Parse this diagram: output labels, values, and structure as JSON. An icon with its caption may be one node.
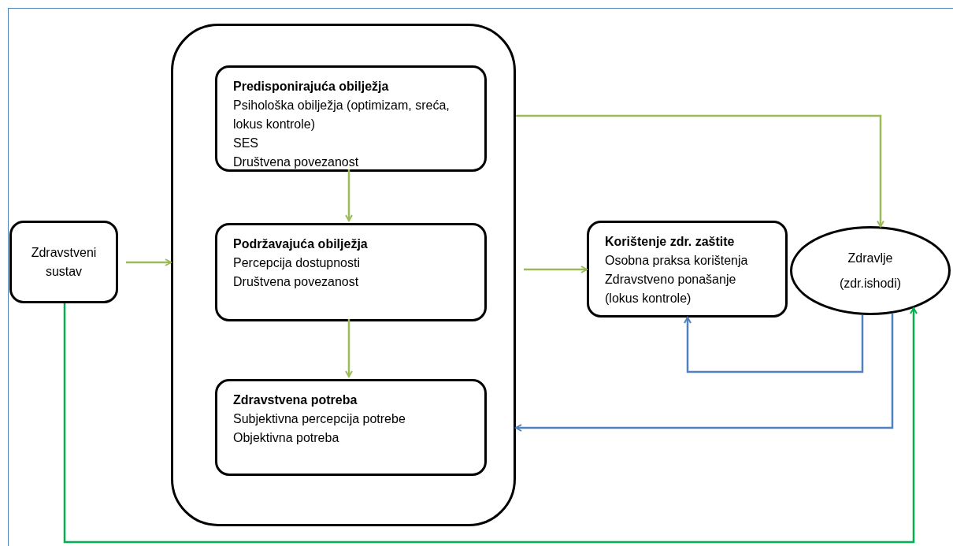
{
  "diagram": {
    "nodes": [
      {
        "text": [
          "Zdravstveni sustav"
        ]
      },
      {
        "text": [],
        "shape": "box"
      },
      {
        "text": [
          "Predisponirajuća obilježja",
          "Psihološka obilježja (optimizam, sreća, lokus kontrole)",
          "SES",
          "Društvena povezanost"
        ],
        "in": 1
      },
      {
        "text": [
          "Podržavajuća obilježja",
          "Percepcija dostupnosti",
          "Društvena povezanost"
        ],
        "in": 1
      },
      {
        "text": [
          "Zdravstvena potreba",
          "Subjektivna percepcija potrebe",
          "Objektivna potreba"
        ],
        "in": 1
      },
      {
        "text": [
          "Korištenje zdr. zaštite",
          "Osobna praksa korištenja",
          "Zdravstveno ponašanje",
          "(lokus kontrole)"
        ]
      },
      {
        "text": [
          "Zdravlje",
          "(zdr.ishodi)"
        ]
      }
    ],
    "edges": [
      {
        "from": 0,
        "to": 1,
        "arrow": "to"
      },
      {
        "from": 2,
        "to": 3,
        "arrow": "to"
      },
      {
        "from": 3,
        "to": 4,
        "arrow": "to"
      },
      {
        "from": 1,
        "to": 5,
        "arrow": "to"
      },
      {
        "from": 1,
        "to": 6,
        "arrow": "to"
      },
      {
        "from": 6,
        "to": 5,
        "arrow": "to",
        "color": "#4f81bd"
      },
      {
        "from": 6,
        "to": 1,
        "arrow": "to",
        "color": "#4f81bd"
      },
      {
        "from": 0,
        "to": 6,
        "arrow": "to",
        "color": "#00b050"
      }
    ]
  }
}
